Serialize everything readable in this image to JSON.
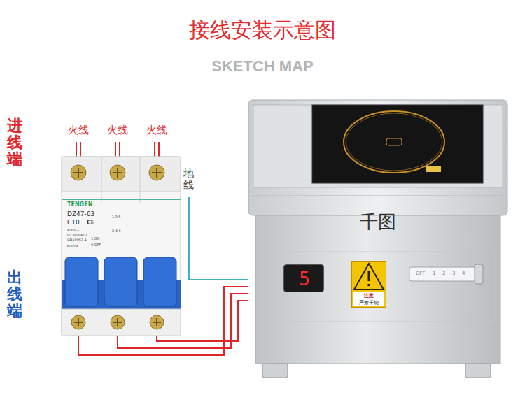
{
  "diagram": {
    "title": "接线安装示意图",
    "nodes": [
      {
        "text": [
          "TENGEN",
          "DZ47-63",
          "C10",
          "CE",
          "400V~",
          "IEC60898-1",
          "GB10963.1",
          "6000A",
          "1 3 5",
          "2 4 6",
          "1 ON",
          "0 OFF"
        ]
      },
      {
        "text": [
          "千图"
        ]
      },
      {
        "text": [
          "5"
        ],
        "in": 1
      },
      {
        "text": [
          "注意",
          "严禁干烧"
        ],
        "in": 1
      }
    ],
    "edges": [
      {
        "from": 0,
        "to": 1,
        "arrow": "none"
      },
      {
        "from": 0,
        "to": 1,
        "arrow": "none"
      },
      {
        "from": 0,
        "to": 1,
        "arrow": "none"
      }
    ],
    "labels": [
      "SKETCH MAP",
      "进线端",
      "出线端",
      "火线",
      "火线",
      "火线",
      "地线",
      "OFF",
      "1",
      "2",
      "3",
      "4"
    ]
  }
}
